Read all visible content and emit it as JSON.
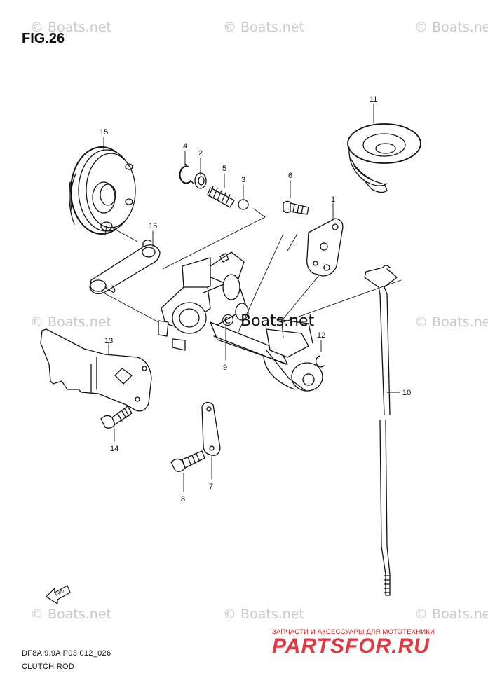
{
  "figure": {
    "title": "FIG.26"
  },
  "watermarks": {
    "text": "© Boats.net",
    "strong": "© Boats.net"
  },
  "callouts": [
    "1",
    "2",
    "3",
    "4",
    "5",
    "6",
    "7",
    "8",
    "9",
    "10",
    "11",
    "12",
    "13",
    "14",
    "15",
    "16"
  ],
  "footer": {
    "code": "DF8A 9.9A P03 012_026",
    "caption": "CLUTCH ROD"
  },
  "branding": {
    "tagline": "ЗАПЧАСТИ И АКСЕССУАРЫ ДЛЯ МОТОТЕХНИКИ",
    "logo": "PARTSFOR.RU"
  },
  "fwd_arrow": {
    "label": "FWD"
  },
  "colors": {
    "ink": "#111111",
    "watermark": "#c9c9c9",
    "brand": "#e2383f"
  }
}
